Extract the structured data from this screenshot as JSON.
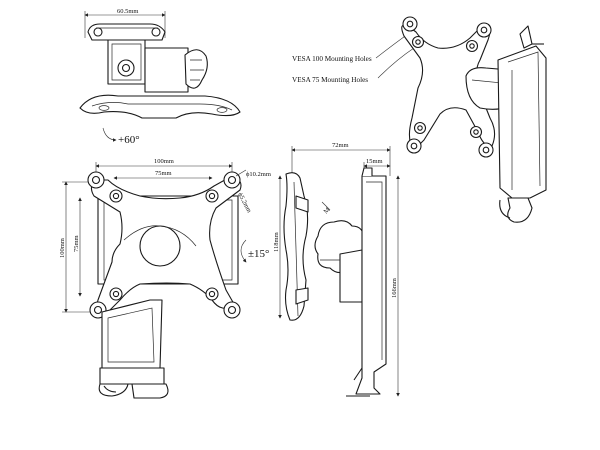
{
  "dimensions": {
    "top_width": "60.5mm",
    "front_width_100": "100mm",
    "front_width_75": "75mm",
    "front_height_100": "100mm",
    "front_height_75": "75mm",
    "hole_large": "ϕ10.2mm",
    "hole_small": "ϕ5.2mm",
    "side_depth": "72mm",
    "side_right": "15mm",
    "side_height_118": "118mm",
    "side_height_166": "166mm",
    "knob_label": "M"
  },
  "rotations": {
    "tilt": "+60°",
    "swivel": "±15°"
  },
  "callouts": {
    "vesa100": "VESA 100 Mounting Holes",
    "vesa75": "VESA 75 Mounting Holes"
  }
}
